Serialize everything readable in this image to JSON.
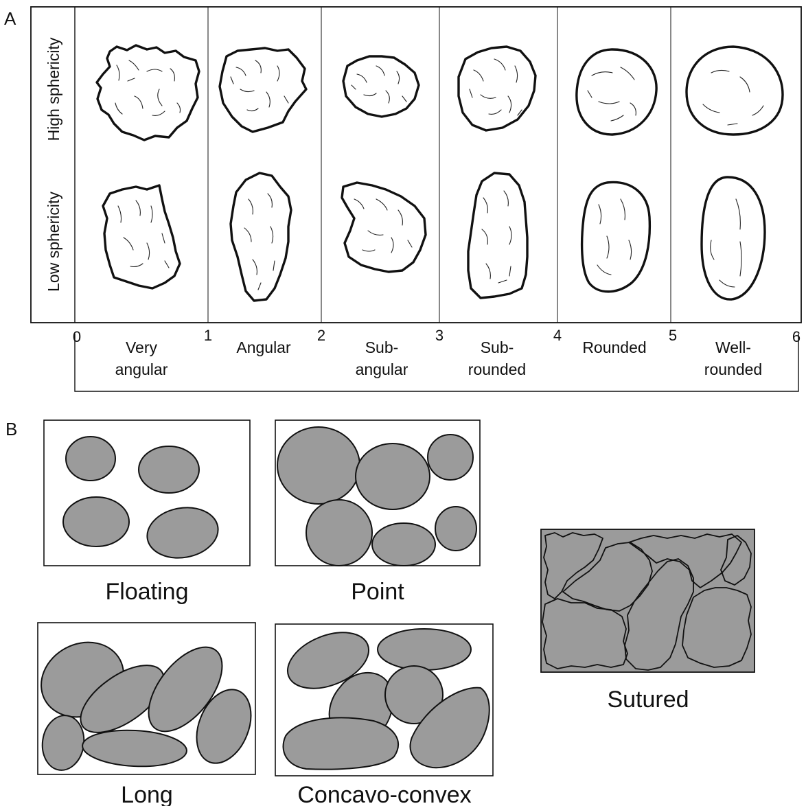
{
  "panel_a": {
    "letter": "A",
    "row_labels": {
      "high": "High sphericity",
      "low": "Low sphericity"
    },
    "scale_numbers": [
      "0",
      "1",
      "2",
      "3",
      "4",
      "5",
      "6"
    ],
    "classes": [
      {
        "line1": "Very",
        "line2": "angular"
      },
      {
        "line1": "Angular",
        "line2": ""
      },
      {
        "line1": "Sub-",
        "line2": "angular"
      },
      {
        "line1": "Sub-",
        "line2": "rounded"
      },
      {
        "line1": "Rounded",
        "line2": ""
      },
      {
        "line1": "Well-",
        "line2": "rounded"
      }
    ]
  },
  "panel_b": {
    "letter": "B",
    "contacts": {
      "floating": "Floating",
      "point": "Point",
      "long": "Long",
      "concavo_convex": "Concavo-convex",
      "sutured": "Sutured"
    }
  },
  "colors": {
    "grain_fill": "#9b9b9b",
    "outline": "#111111"
  }
}
